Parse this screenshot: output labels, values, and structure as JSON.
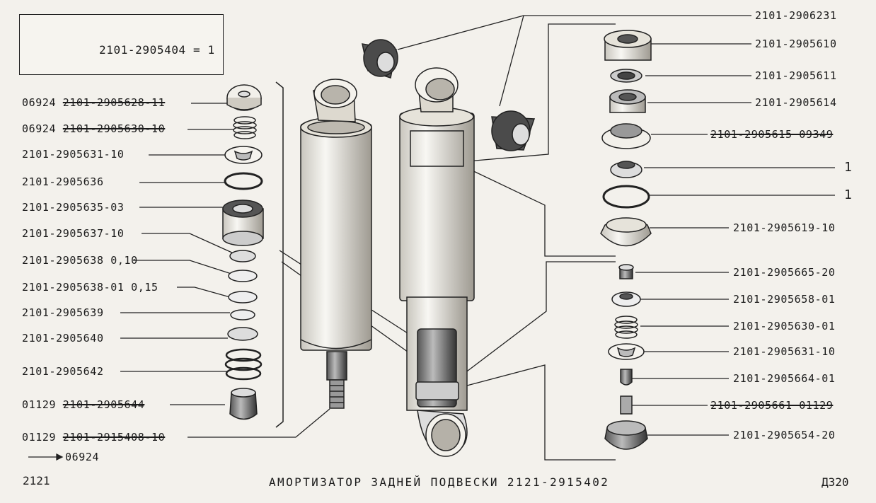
{
  "kit": {
    "part": "2101-2905404",
    "suffix": "= 1"
  },
  "left_labels": [
    {
      "prefix": "06924",
      "part": "2101-2905628-11"
    },
    {
      "prefix": "06924",
      "part": "2101-2905630-10"
    },
    {
      "prefix": "",
      "part": "2101-2905631-10"
    },
    {
      "prefix": "",
      "part": "2101-2905636"
    },
    {
      "prefix": "",
      "part": "2101-2905635-03"
    },
    {
      "prefix": "",
      "part": "2101-2905637-10"
    },
    {
      "prefix": "",
      "part": "2101-2905638 0,10"
    },
    {
      "prefix": "",
      "part": "2101-2905638-01 0,15"
    },
    {
      "prefix": "",
      "part": "2101-2905639"
    },
    {
      "prefix": "",
      "part": "2101-2905640"
    },
    {
      "prefix": "",
      "part": "2101-2905642"
    },
    {
      "prefix": "01129",
      "part": "2101-2905644"
    },
    {
      "prefix": "01129",
      "part": "2101-2915408-10"
    }
  ],
  "arrow_note": "06924",
  "right_labels": [
    "2101-2906231",
    "2101-2905610",
    "2101-2905611",
    "2101-2905614",
    "2101-2905615 09349",
    "1",
    "1",
    "2101-2905619-10",
    "2101-2905665-20",
    "2101-2905658-01",
    "2101-2905630-01",
    "2101-2905631-10",
    "2101-2905664-01",
    "2101-2905661 01129",
    "2101-2905654-20"
  ],
  "footer": {
    "left": "2121",
    "title": "АМОРТИЗАТОР ЗАДНЕЙ ПОДВЕСКИ 2121-2915402",
    "right": "Д320"
  }
}
